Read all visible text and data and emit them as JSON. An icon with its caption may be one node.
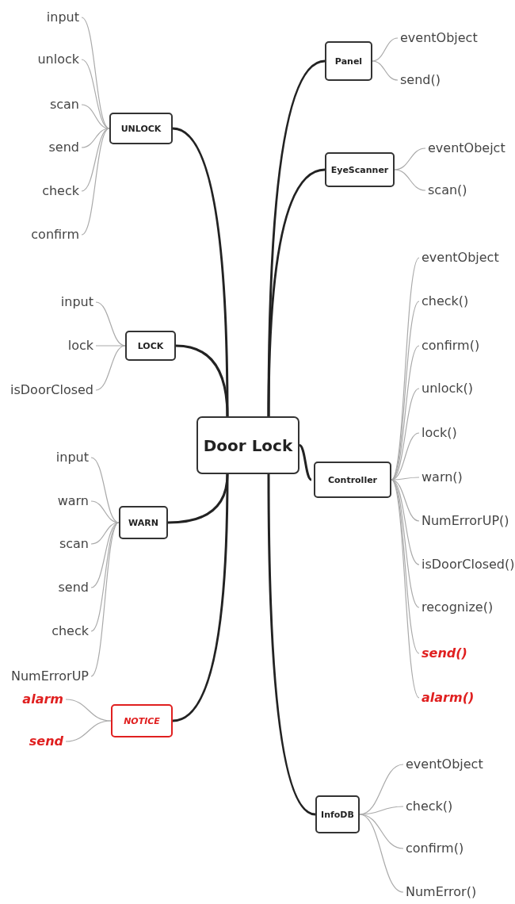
{
  "diagram": {
    "nodes": [
      {
        "text": [
          "Door Lock"
        ]
      },
      {
        "text": [
          "UNLOCK"
        ]
      },
      {
        "text": [
          "input"
        ]
      },
      {
        "text": [
          "unlock"
        ]
      },
      {
        "text": [
          "scan"
        ]
      },
      {
        "text": [
          "send"
        ]
      },
      {
        "text": [
          "check"
        ]
      },
      {
        "text": [
          "confirm"
        ]
      },
      {
        "text": [
          "LOCK"
        ]
      },
      {
        "text": [
          "input"
        ]
      },
      {
        "text": [
          "lock"
        ]
      },
      {
        "text": [
          "isDoorClosed"
        ]
      },
      {
        "text": [
          "WARN"
        ]
      },
      {
        "text": [
          "input"
        ]
      },
      {
        "text": [
          "warn"
        ]
      },
      {
        "text": [
          "scan"
        ]
      },
      {
        "text": [
          "send"
        ]
      },
      {
        "text": [
          "check"
        ]
      },
      {
        "text": [
          "NumErrorUP"
        ]
      },
      {
        "text": [
          "NOTICE"
        ]
      },
      {
        "text": [
          "alarm"
        ]
      },
      {
        "text": [
          "send"
        ]
      },
      {
        "text": [
          "Panel"
        ]
      },
      {
        "text": [
          "eventObject"
        ]
      },
      {
        "text": [
          "send()"
        ]
      },
      {
        "text": [
          "EyeScanner"
        ]
      },
      {
        "text": [
          "eventObejct"
        ]
      },
      {
        "text": [
          "scan()"
        ]
      },
      {
        "text": [
          "Controller"
        ]
      },
      {
        "text": [
          "eventObject"
        ]
      },
      {
        "text": [
          "check()"
        ]
      },
      {
        "text": [
          "confirm()"
        ]
      },
      {
        "text": [
          "unlock()"
        ]
      },
      {
        "text": [
          "lock()"
        ]
      },
      {
        "text": [
          "warn()"
        ]
      },
      {
        "text": [
          "NumErrorUP()"
        ]
      },
      {
        "text": [
          "isDoorClosed()"
        ]
      },
      {
        "text": [
          "recognize()"
        ]
      },
      {
        "text": [
          "send()"
        ]
      },
      {
        "text": [
          "alarm()"
        ]
      },
      {
        "text": [
          "InfoDB"
        ]
      },
      {
        "text": [
          "eventObject"
        ]
      },
      {
        "text": [
          "check()"
        ]
      },
      {
        "text": [
          "confirm()"
        ]
      },
      {
        "text": [
          "NumError()"
        ]
      }
    ],
    "edges": [
      {
        "from": 0,
        "to": 1,
        "arrow": "none",
        "style": "thick",
        "color": "#222222"
      },
      {
        "from": 0,
        "to": 8,
        "arrow": "none",
        "style": "thick",
        "color": "#222222"
      },
      {
        "from": 0,
        "to": 12,
        "arrow": "none",
        "style": "thick",
        "color": "#222222"
      },
      {
        "from": 0,
        "to": 19,
        "arrow": "none",
        "style": "thick",
        "color": "#222222"
      },
      {
        "from": 0,
        "to": 22,
        "arrow": "none",
        "style": "thick",
        "color": "#222222"
      },
      {
        "from": 0,
        "to": 25,
        "arrow": "none",
        "style": "thick",
        "color": "#222222"
      },
      {
        "from": 0,
        "to": 28,
        "arrow": "none",
        "style": "thick",
        "color": "#222222"
      },
      {
        "from": 0,
        "to": 40,
        "arrow": "none",
        "style": "thick",
        "color": "#222222"
      },
      {
        "from": 1,
        "to": 2,
        "arrow": "none"
      },
      {
        "from": 1,
        "to": 3,
        "arrow": "none"
      },
      {
        "from": 1,
        "to": 4,
        "arrow": "none"
      },
      {
        "from": 1,
        "to": 5,
        "arrow": "none"
      },
      {
        "from": 1,
        "to": 6,
        "arrow": "none"
      },
      {
        "from": 1,
        "to": 7,
        "arrow": "none"
      },
      {
        "from": 8,
        "to": 9,
        "arrow": "none"
      },
      {
        "from": 8,
        "to": 10,
        "arrow": "none"
      },
      {
        "from": 8,
        "to": 11,
        "arrow": "none"
      },
      {
        "from": 12,
        "to": 13,
        "arrow": "none"
      },
      {
        "from": 12,
        "to": 14,
        "arrow": "none"
      },
      {
        "from": 12,
        "to": 15,
        "arrow": "none"
      },
      {
        "from": 12,
        "to": 16,
        "arrow": "none"
      },
      {
        "from": 12,
        "to": 17,
        "arrow": "none"
      },
      {
        "from": 12,
        "to": 18,
        "arrow": "none"
      },
      {
        "from": 19,
        "to": 20,
        "arrow": "none"
      },
      {
        "from": 19,
        "to": 21,
        "arrow": "none"
      },
      {
        "from": 22,
        "to": 23,
        "arrow": "none"
      },
      {
        "from": 22,
        "to": 24,
        "arrow": "none"
      },
      {
        "from": 25,
        "to": 26,
        "arrow": "none"
      },
      {
        "from": 25,
        "to": 27,
        "arrow": "none"
      },
      {
        "from": 28,
        "to": 29,
        "arrow": "none"
      },
      {
        "from": 28,
        "to": 30,
        "arrow": "none"
      },
      {
        "from": 28,
        "to": 31,
        "arrow": "none"
      },
      {
        "from": 28,
        "to": 32,
        "arrow": "none"
      },
      {
        "from": 28,
        "to": 33,
        "arrow": "none"
      },
      {
        "from": 28,
        "to": 34,
        "arrow": "none"
      },
      {
        "from": 28,
        "to": 35,
        "arrow": "none"
      },
      {
        "from": 28,
        "to": 36,
        "arrow": "none"
      },
      {
        "from": 28,
        "to": 37,
        "arrow": "none"
      },
      {
        "from": 28,
        "to": 38,
        "arrow": "none"
      },
      {
        "from": 28,
        "to": 39,
        "arrow": "none"
      },
      {
        "from": 40,
        "to": 41,
        "arrow": "none"
      },
      {
        "from": 40,
        "to": 42,
        "arrow": "none"
      },
      {
        "from": 40,
        "to": 43,
        "arrow": "none"
      },
      {
        "from": 40,
        "to": 44,
        "arrow": "none"
      }
    ]
  }
}
